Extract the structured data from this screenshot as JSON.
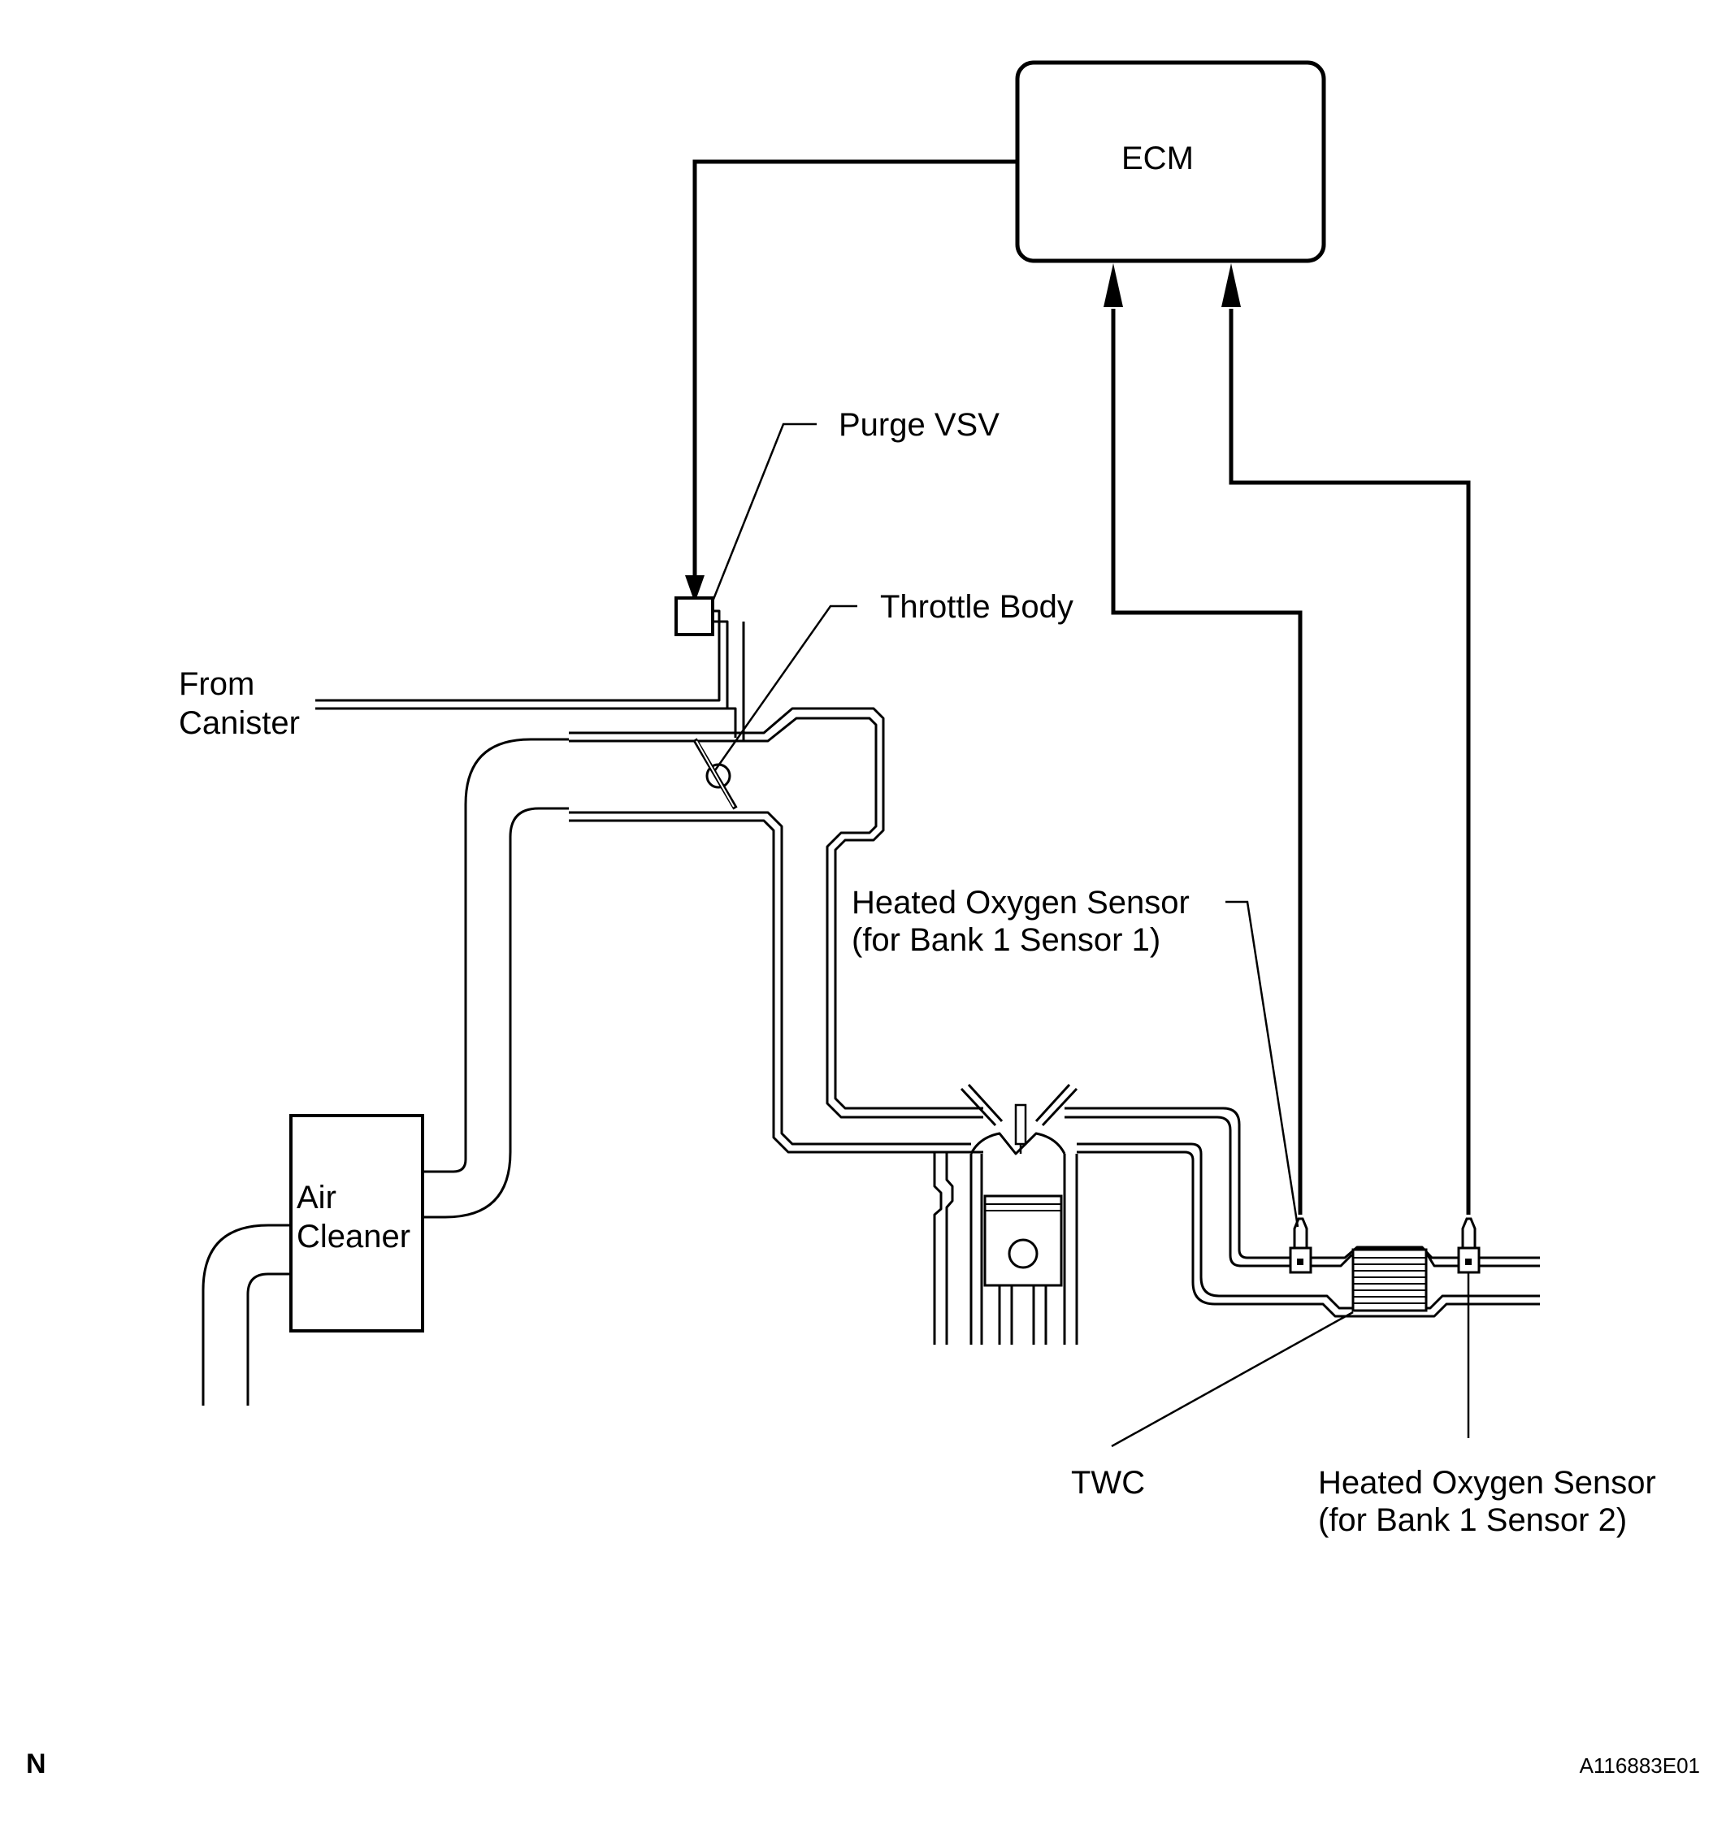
{
  "labels": {
    "ecm": "ECM",
    "purge_vsv": "Purge VSV",
    "throttle_body": "Throttle Body",
    "from_canister_line1": "From",
    "from_canister_line2": "Canister",
    "air_cleaner_line1": "Air",
    "air_cleaner_line2": "Cleaner",
    "ho2s_b1s1_line1": "Heated Oxygen Sensor",
    "ho2s_b1s1_line2": "(for Bank 1 Sensor 1)",
    "twc": "TWC",
    "ho2s_b1s2_line1": "Heated Oxygen Sensor",
    "ho2s_b1s2_line2": "(for Bank 1 Sensor 2)"
  },
  "footer": {
    "corner_letter": "N",
    "figure_code": "A116883E01"
  }
}
